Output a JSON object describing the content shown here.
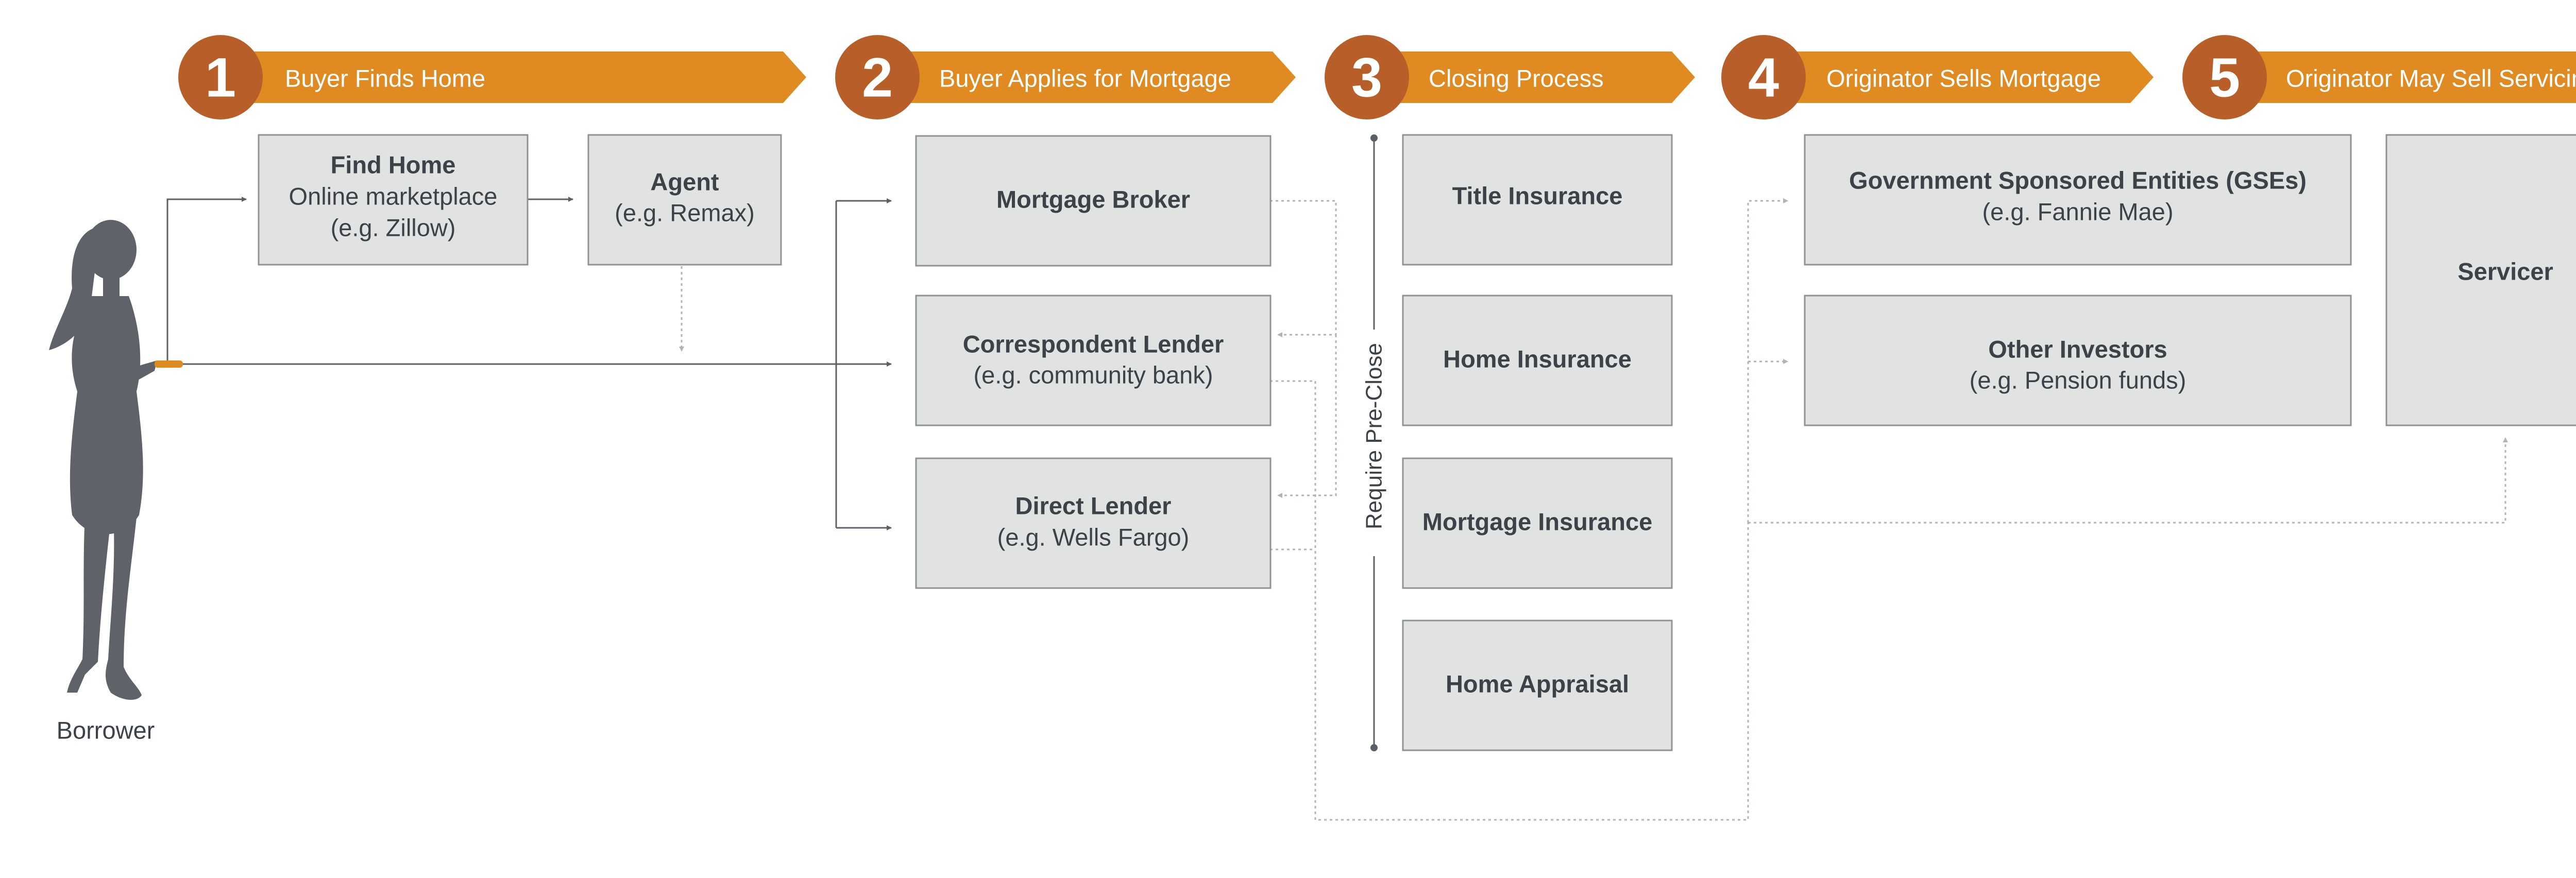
{
  "colors": {
    "banner": "#e08a22",
    "circle": "#b85f29",
    "box_fill": "#e1e2e2",
    "box_border": "#8f9296",
    "text": "#3d4148",
    "line": "#5c6066",
    "dotted_line": "#b0b3b7",
    "figure": "#5f6369",
    "phone": "#e08a22"
  },
  "steps": [
    {
      "number": "1",
      "label": "Buyer Finds Home"
    },
    {
      "number": "2",
      "label": "Buyer Applies for Mortgage"
    },
    {
      "number": "3",
      "label": "Closing Process"
    },
    {
      "number": "4",
      "label": "Originator Sells Mortgage"
    },
    {
      "number": "5",
      "label": "Originator May Sell Servicing"
    }
  ],
  "boxes": {
    "find_home": {
      "title": "Find Home",
      "line1": "Online marketplace",
      "line2": "(e.g. Zillow)"
    },
    "agent": {
      "title": "Agent",
      "sub": "(e.g. Remax)"
    },
    "mortgage_broker": {
      "title": "Mortgage Broker"
    },
    "correspondent_lender": {
      "title": "Correspondent Lender",
      "sub": "(e.g. community bank)"
    },
    "direct_lender": {
      "title": "Direct Lender",
      "sub": "(e.g. Wells Fargo)"
    },
    "title_insurance": {
      "title": "Title Insurance"
    },
    "home_insurance": {
      "title": "Home Insurance"
    },
    "mortgage_insurance": {
      "title": "Mortgage Insurance"
    },
    "home_appraisal": {
      "title": "Home Appraisal"
    },
    "gse": {
      "title": "Government Sponsored Entities (GSEs)",
      "sub": "(e.g. Fannie Mae)"
    },
    "other_investors": {
      "title": "Other Investors",
      "sub": "(e.g. Pension funds)"
    },
    "servicer": {
      "title": "Servicer"
    }
  },
  "labels": {
    "require_pre_close": "Require Pre-Close",
    "borrower": "Borrower"
  },
  "icons": {
    "borrower": "woman-silhouette-icon",
    "phone": "phone-icon"
  }
}
